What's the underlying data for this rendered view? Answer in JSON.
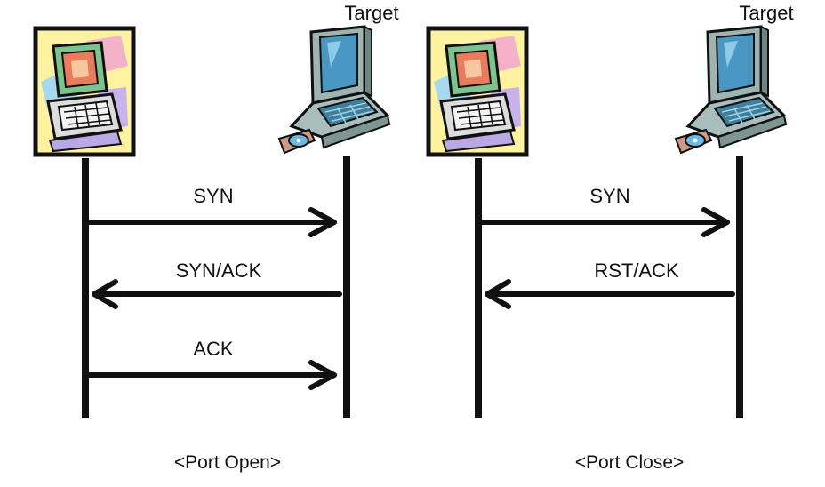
{
  "panels": [
    {
      "target_label": "Target",
      "caption": "<Port Open>",
      "messages": [
        {
          "label": "SYN",
          "direction": "right"
        },
        {
          "label": "SYN/ACK",
          "direction": "left"
        },
        {
          "label": "ACK",
          "direction": "right"
        }
      ],
      "attacker_icon": "desktop-computer-icon",
      "target_icon": "laptop-icon"
    },
    {
      "target_label": "Target",
      "caption": "<Port Close>",
      "messages": [
        {
          "label": "SYN",
          "direction": "right"
        },
        {
          "label": "RST/ACK",
          "direction": "left"
        }
      ],
      "attacker_icon": "desktop-computer-icon",
      "target_icon": "laptop-icon"
    }
  ]
}
